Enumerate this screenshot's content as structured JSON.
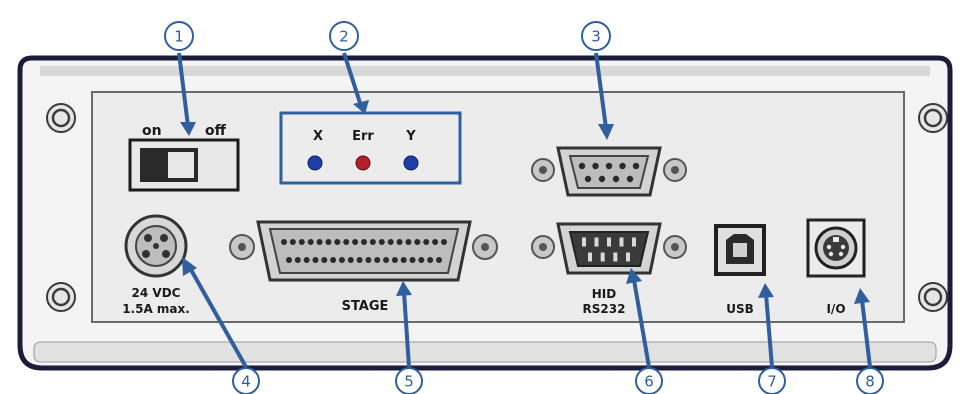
{
  "callouts": [
    "1",
    "2",
    "3",
    "4",
    "5",
    "6",
    "7",
    "8"
  ],
  "switch": {
    "on_label": "on",
    "off_label": "off"
  },
  "leds": {
    "x_label": "X",
    "err_label": "Err",
    "y_label": "Y"
  },
  "power": {
    "line1": "24 VDC",
    "line2": "1.5A max."
  },
  "stage_label": "STAGE",
  "hid": {
    "line1": "HID",
    "line2": "RS232"
  },
  "usb_label": "USB",
  "io_label": "I/O",
  "colors": {
    "callout": "#2f5f9e",
    "led_x": "#1f3fa6",
    "led_err": "#b3202a",
    "led_y": "#1f3fa6",
    "chassis_outline": "#1b1b3a",
    "panel": "#ececec"
  }
}
